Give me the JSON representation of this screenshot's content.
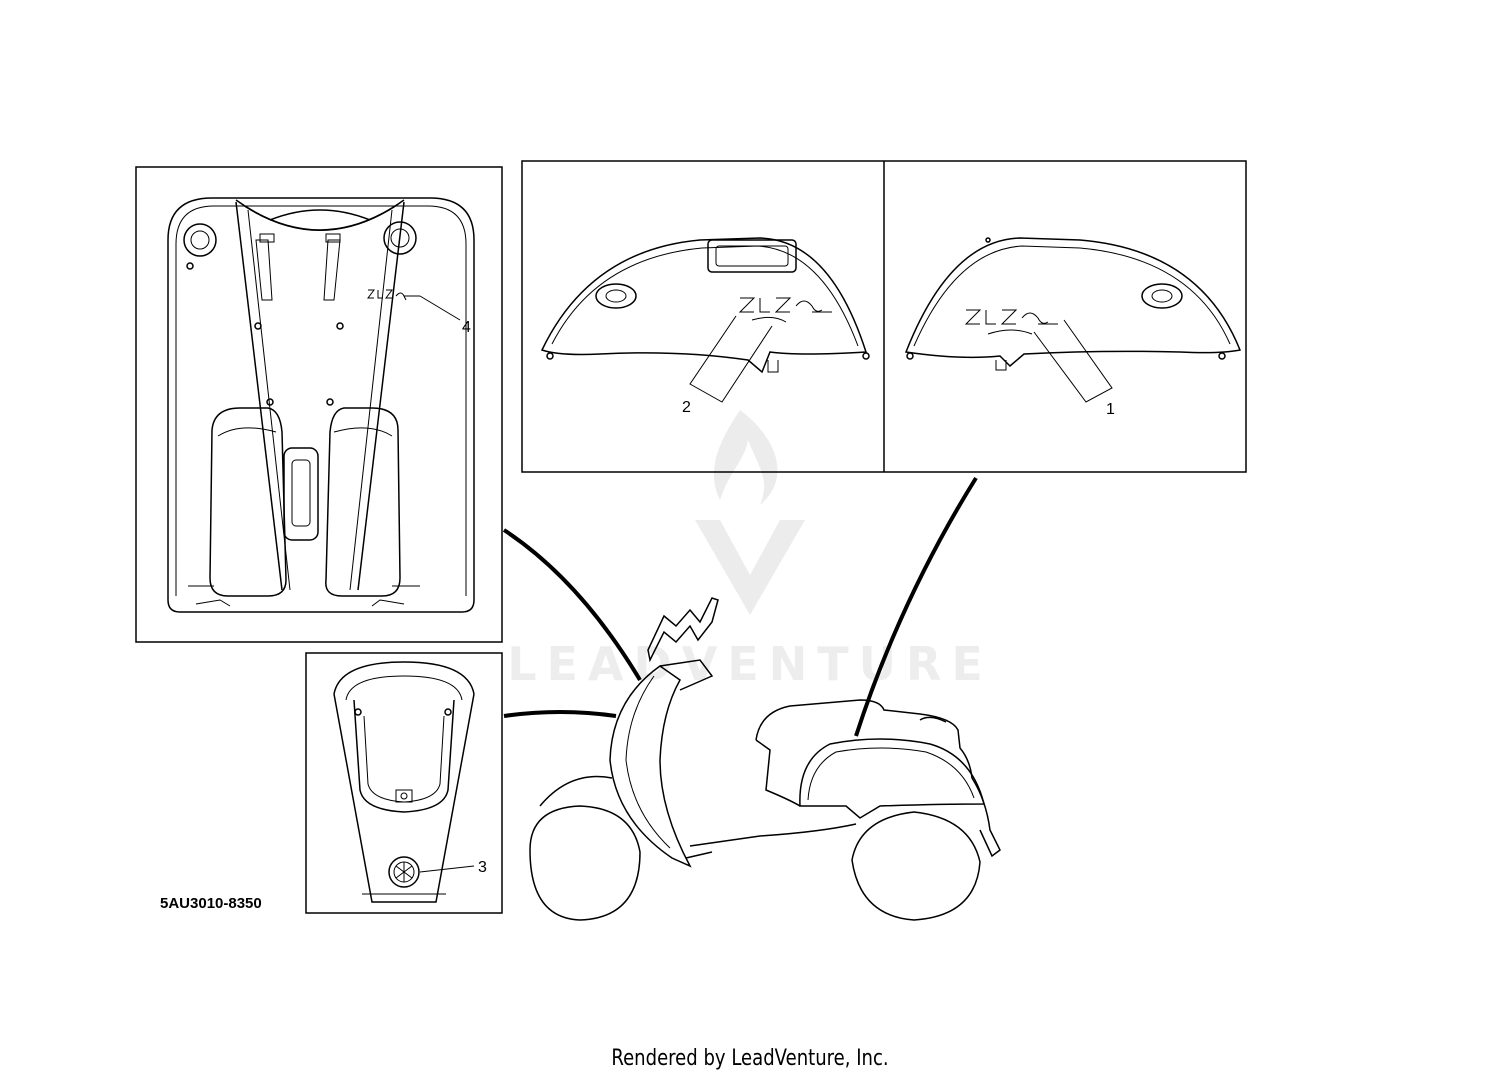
{
  "diagram": {
    "part_code": "5AU3010-8350",
    "callouts": [
      "1",
      "2",
      "3",
      "4"
    ],
    "watermark": "LEADVENTURE",
    "footer": "Rendered by LeadVenture, Inc."
  },
  "colors": {
    "line": "#000000",
    "watermark": "#d8d8d8",
    "background": "#ffffff"
  }
}
